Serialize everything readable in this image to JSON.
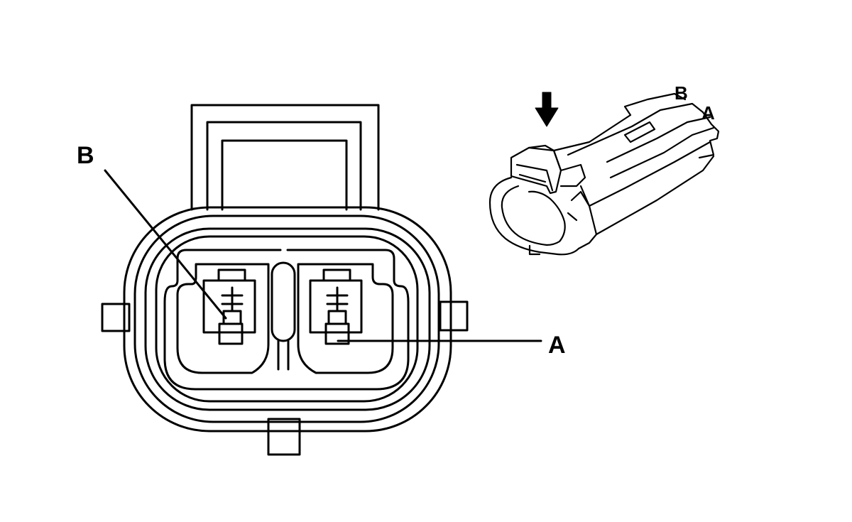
{
  "face_view": {
    "pin_labels": [
      {
        "id": "B",
        "text": "B"
      },
      {
        "id": "A",
        "text": "A"
      }
    ]
  },
  "iso_view": {
    "cavity_labels": [
      {
        "id": "B",
        "text": "B"
      },
      {
        "id": "A",
        "text": "A"
      }
    ],
    "arrow_icon": "down-arrow-icon"
  },
  "colors": {
    "line": "#000000",
    "background": "#ffffff"
  }
}
